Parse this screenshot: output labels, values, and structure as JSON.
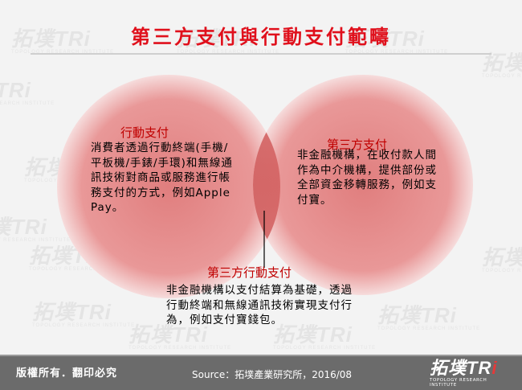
{
  "page": {
    "title": "第三方支付與行動支付範疇",
    "watermark": "拓墣TRi",
    "watermark_sub": "TOPOLOGY RESEARCH INSTITUTE"
  },
  "venn": {
    "left": {
      "heading": "行動支付",
      "text": "消費者透過行動終端(手機/平板機/手錶/手環)和無線通訊技術對商品或服務進行帳務支付的方式，例如Apple Pay。"
    },
    "right": {
      "heading": "第三方支付",
      "text": "非金融機構，在收付款人間作為中介機構，提供部份或全部資金移轉服務，例如支付寶。"
    },
    "overlap": {
      "heading": "第三方行動支付",
      "text": "非金融機構以支付結算為基礎，透過行動終端和無線通訊技術實現支付行為，例如支付寶錢包。"
    },
    "colors": {
      "circle_fill": "#e89090",
      "circle_edge": "#f6dcdc",
      "overlap_fill": "#c84c4c",
      "heading": "#c00000",
      "title": "#e0101c"
    }
  },
  "footer": {
    "rights": "版權所有．翻印必究",
    "source": "Source：拓墣產業研究所，2016/08",
    "logo_mark": "拓墣TR",
    "logo_i": "i",
    "logo_sub": "TOPOLOGY RESEARCH INSTITUTE"
  }
}
